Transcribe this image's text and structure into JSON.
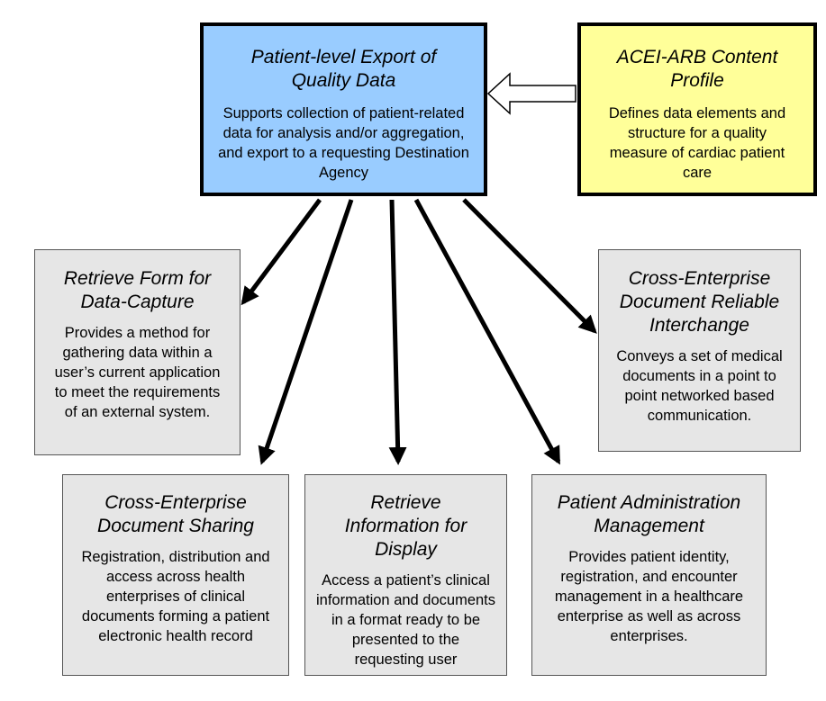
{
  "main": {
    "title": "Patient-level Export of Quality Data",
    "description": "Supports collection of patient-related data for analysis and/or aggregation, and export to a requesting Destination Agency"
  },
  "profile": {
    "title": "ACEI-ARB Content Profile",
    "description": "Defines data elements and structure for a quality measure of cardiac patient care"
  },
  "boxes": {
    "rfd": {
      "title": "Retrieve Form for Data-Capture",
      "description": "Provides a method for gathering data within a user’s current application to meet the requirements of an external system."
    },
    "xdr": {
      "title": "Cross-Enterprise Document Reliable Interchange",
      "description": "Conveys a set of medical documents in a point to point networked based communication."
    },
    "xds": {
      "title": "Cross-Enterprise Document Sharing",
      "description": "Registration, distribution and access across health enterprises of clinical documents forming a patient electronic health record"
    },
    "rid": {
      "title": "Retrieve Information for Display",
      "description": "Access a patient’s clinical information and documents in a format ready to be presented to the requesting user"
    },
    "pam": {
      "title": "Patient Administration Management",
      "description": "Provides patient identity, registration, and encounter management in a healthcare enterprise as well as across enterprises."
    }
  }
}
